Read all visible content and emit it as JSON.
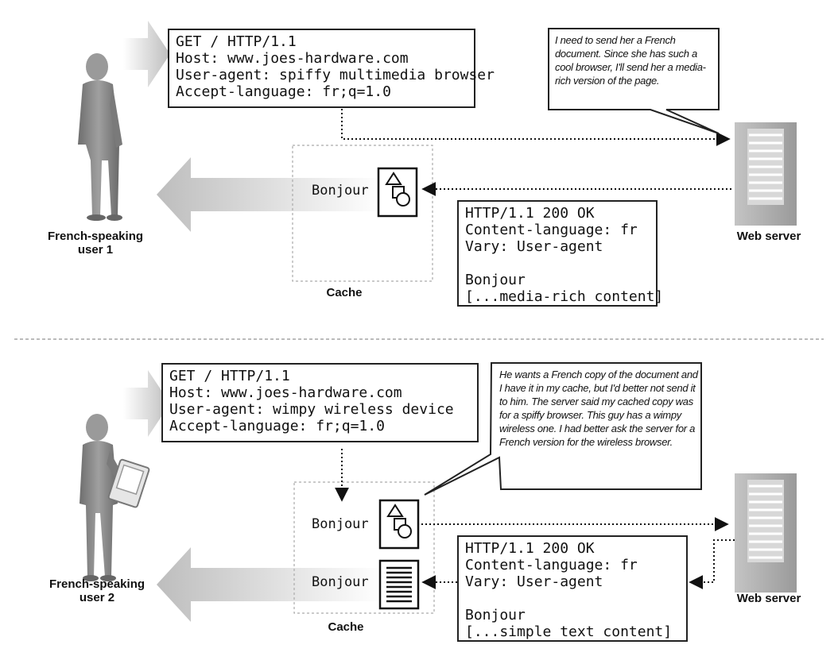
{
  "scenario1": {
    "request": {
      "lines": [
        "GET / HTTP/1.1",
        "Host: www.joes-hardware.com",
        "User-agent: spiffy multimedia browser",
        "Accept-language: fr;q=1.0"
      ]
    },
    "speech": "I need to send her a French document. Since she has such a cool browser, I'll send her a media-rich version of the page.",
    "response": {
      "lines": [
        "HTTP/1.1 200 OK",
        "Content-language: fr",
        "Vary: User-agent",
        "",
        "Bonjour",
        "[...media-rich content]"
      ]
    },
    "user_label": "French-speaking user 1",
    "server_label": "Web server",
    "cache_label": "Cache",
    "bonjour": "Bonjour"
  },
  "scenario2": {
    "request": {
      "lines": [
        "GET / HTTP/1.1",
        "Host: www.joes-hardware.com",
        "User-agent: wimpy wireless device",
        "Accept-language: fr;q=1.0"
      ]
    },
    "speech": "He wants a French copy of the document and I have it in my cache, but I'd better not send it to him. The server said my cached copy was for a spiffy browser. This guy has a wimpy wireless one. I had better ask the server for a French version for the wireless browser.",
    "response": {
      "lines": [
        "HTTP/1.1 200 OK",
        "Content-language: fr",
        "Vary: User-agent",
        "",
        "Bonjour",
        "[...simple text content]"
      ]
    },
    "user_label": "French-speaking user 2",
    "server_label": "Web server",
    "cache_label": "Cache",
    "bonjour_cached": "Bonjour",
    "bonjour_new": "Bonjour"
  },
  "colors": {
    "stroke": "#222222",
    "arrow_gray": "#c8c8c8",
    "person_gray": "#8a8a8a",
    "server_gray": "#b4b4b4"
  },
  "icons": [
    "person-icon",
    "server-icon",
    "shapes-document-icon",
    "text-document-icon"
  ]
}
